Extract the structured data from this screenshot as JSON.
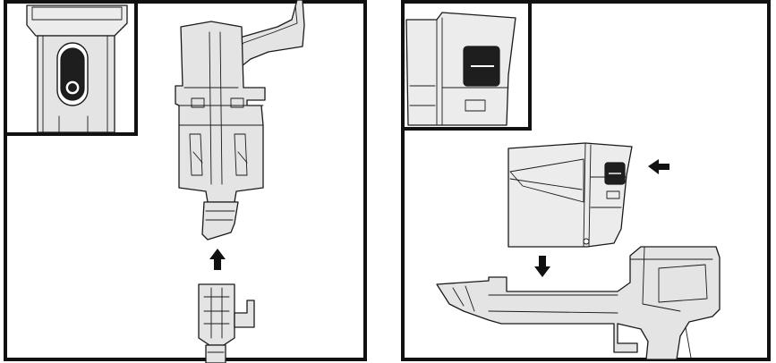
{
  "figure": {
    "panels": [
      {
        "name": "attach-handheld-unit",
        "arrow_direction": "up"
      },
      {
        "name": "attach-dust-bin",
        "arrow_directions": [
          "left",
          "down"
        ]
      }
    ],
    "colors": {
      "line": "#1a1a1a",
      "fill": "#e4e4e4",
      "dark": "#1e1e1e",
      "frame": "#111111"
    }
  }
}
